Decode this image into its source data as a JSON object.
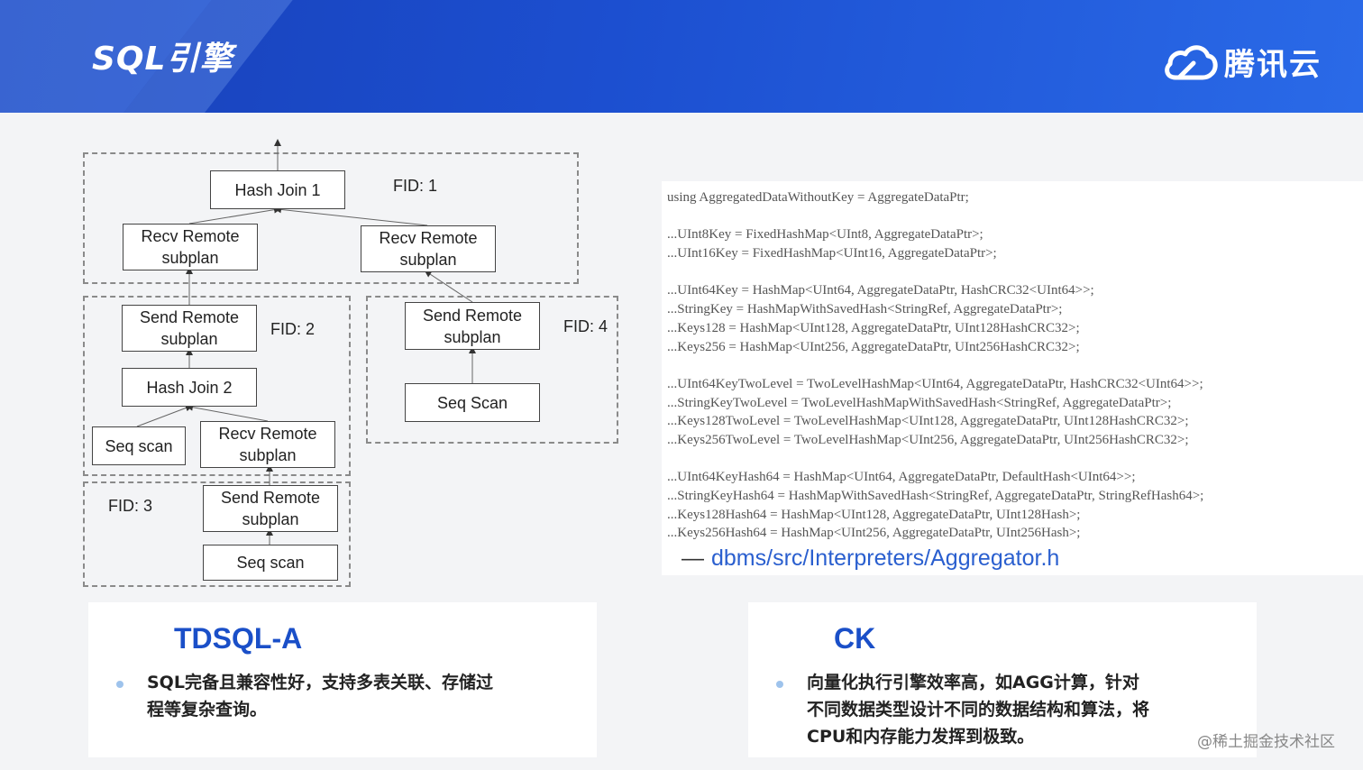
{
  "header": {
    "title": "SQL引擎",
    "logo_text": "腾讯云",
    "logo_icon": "cloud-icon"
  },
  "diagram": {
    "fid_labels": [
      "FID: 1",
      "FID: 2",
      "FID: 3",
      "FID: 4"
    ],
    "nodes": {
      "hash_join_1": "Hash Join 1",
      "recv_remote_left": [
        "Recv Remote",
        "subplan"
      ],
      "recv_remote_right": [
        "Recv Remote",
        "subplan"
      ],
      "send_remote_fid2": [
        "Send Remote",
        "subplan"
      ],
      "hash_join_2": "Hash Join 2",
      "seq_scan_fid2": "Seq scan",
      "recv_remote_fid2": [
        "Recv Remote",
        "subplan"
      ],
      "send_remote_fid3": [
        "Send Remote",
        "subplan"
      ],
      "seq_scan_fid3": "Seq scan",
      "send_remote_fid4": [
        "Send Remote",
        "subplan"
      ],
      "seq_scan_fid4": "Seq Scan"
    }
  },
  "code": {
    "lines": [
      "using AggregatedDataWithoutKey = AggregateDataPtr;",
      "",
      "...UInt8Key = FixedHashMap<UInt8, AggregateDataPtr>;",
      "...UInt16Key = FixedHashMap<UInt16, AggregateDataPtr>;",
      "",
      "...UInt64Key = HashMap<UInt64, AggregateDataPtr, HashCRC32<UInt64>>;",
      "...StringKey = HashMapWithSavedHash<StringRef, AggregateDataPtr>;",
      "...Keys128 = HashMap<UInt128, AggregateDataPtr, UInt128HashCRC32>;",
      "...Keys256 = HashMap<UInt256, AggregateDataPtr, UInt256HashCRC32>;",
      "",
      "...UInt64KeyTwoLevel = TwoLevelHashMap<UInt64, AggregateDataPtr, HashCRC32<UInt64>>;",
      "...StringKeyTwoLevel = TwoLevelHashMapWithSavedHash<StringRef, AggregateDataPtr>;",
      "...Keys128TwoLevel = TwoLevelHashMap<UInt128, AggregateDataPtr, UInt128HashCRC32>;",
      "...Keys256TwoLevel = TwoLevelHashMap<UInt256, AggregateDataPtr, UInt256HashCRC32>;",
      "",
      "...UInt64KeyHash64 = HashMap<UInt64, AggregateDataPtr, DefaultHash<UInt64>>;",
      "...StringKeyHash64 = HashMapWithSavedHash<StringRef, AggregateDataPtr, StringRefHash64>;",
      "...Keys128Hash64 = HashMap<UInt128, AggregateDataPtr, UInt128Hash>;",
      "...Keys256Hash64 = HashMap<UInt256, AggregateDataPtr, UInt256Hash>;"
    ],
    "path_dash": "—",
    "path": "dbms/src/Interpreters/Aggregator.h"
  },
  "cards": {
    "tdsql": {
      "title": "TDSQL-A",
      "lines": [
        "SQL完备且兼容性好，支持多表关联、存储过",
        "程等复杂查询。"
      ]
    },
    "ck": {
      "title": "CK",
      "lines": [
        "向量化执行引擎效率高，如AGG计算，针对",
        "不同数据类型设计不同的数据结构和算法，将",
        "CPU和内存能力发挥到极致。"
      ]
    }
  },
  "watermark": "@稀土掘金技术社区"
}
